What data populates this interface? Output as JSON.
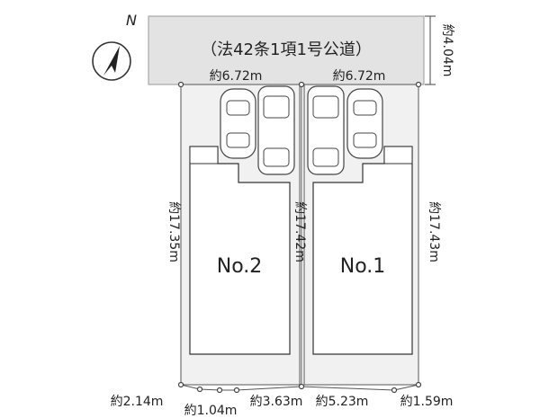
{
  "north": {
    "label": "N",
    "icon": "north-arrow-icon"
  },
  "road": {
    "label": "（法42条1項1号公道）",
    "width": "約4.04m",
    "fill": "#e3e3e3"
  },
  "frontages": {
    "left": "約6.72m",
    "right": "約6.72m"
  },
  "lots": {
    "left": {
      "name": "No.2",
      "depth": "約17.35m"
    },
    "middle_boundary": "約17.42m",
    "right": {
      "name": "No.1",
      "depth": "約17.43m"
    }
  },
  "bottom": {
    "a": "約2.14m",
    "b": "約1.04m",
    "c": "約3.63m",
    "d": "約5.23m",
    "e": "約1.59m"
  },
  "colors": {
    "lot_fill": "#f1f1f1",
    "line": "#444444",
    "house_fill": "#ffffff"
  }
}
